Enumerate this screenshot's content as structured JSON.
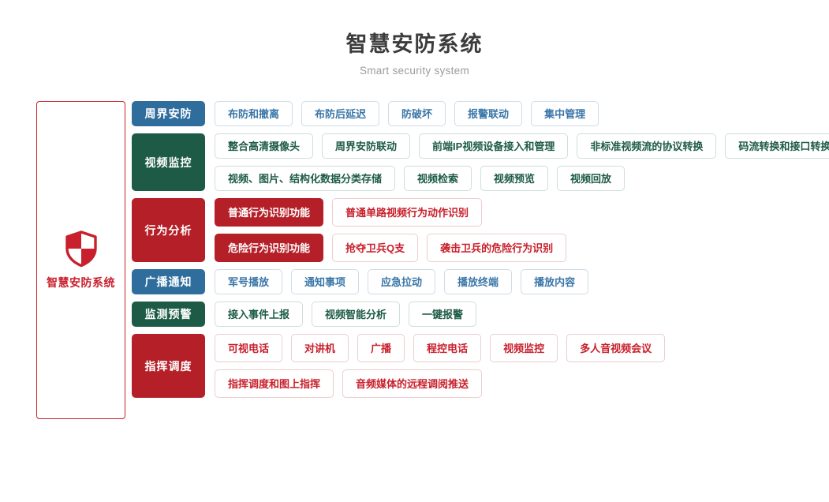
{
  "header": {
    "title": "智慧安防系统",
    "subtitle": "Smart security system"
  },
  "brand": {
    "icon": "shield-icon",
    "label": "智慧安防系统",
    "accent_color": "#c8202c"
  },
  "colors": {
    "blue": "#2f6d9c",
    "green": "#1d5b46",
    "red": "#b51f28",
    "chip_blue_text": "#3a76a8",
    "chip_green_text": "#1d5b46",
    "chip_red_text": "#c8202c",
    "title_text": "#3c3c3c",
    "subtitle_text": "#9b9b9b"
  },
  "categories": [
    {
      "label": "周界安防",
      "theme": "blue",
      "rows": [
        [
          {
            "label": "布防和撤离",
            "style": "outline"
          },
          {
            "label": "布防后延迟",
            "style": "outline"
          },
          {
            "label": "防破坏",
            "style": "outline"
          },
          {
            "label": "报警联动",
            "style": "outline"
          },
          {
            "label": "集中管理",
            "style": "outline"
          }
        ]
      ]
    },
    {
      "label": "视频监控",
      "theme": "green",
      "rows": [
        [
          {
            "label": "整合高清摄像头",
            "style": "outline"
          },
          {
            "label": "周界安防联动",
            "style": "outline"
          },
          {
            "label": "前端IP视频设备接入和管理",
            "style": "outline"
          },
          {
            "label": "非标准视频流的协议转换",
            "style": "outline"
          },
          {
            "label": "码流转换和接口转换",
            "style": "outline"
          }
        ],
        [
          {
            "label": "视频、图片、结构化数据分类存储",
            "style": "outline"
          },
          {
            "label": "视频检索",
            "style": "outline"
          },
          {
            "label": "视频预览",
            "style": "outline"
          },
          {
            "label": "视频回放",
            "style": "outline"
          }
        ]
      ]
    },
    {
      "label": "行为分析",
      "theme": "red",
      "rows": [
        [
          {
            "label": "普通行为识别功能",
            "style": "solid"
          },
          {
            "label": "普通单路视频行为动作识别",
            "style": "outline"
          }
        ],
        [
          {
            "label": "危险行为识别功能",
            "style": "solid"
          },
          {
            "label": "抢夺卫兵Q支",
            "style": "outline"
          },
          {
            "label": "袭击卫兵的危险行为识别",
            "style": "outline"
          }
        ]
      ]
    },
    {
      "label": "广播通知",
      "theme": "blue",
      "rows": [
        [
          {
            "label": "军号播放",
            "style": "outline"
          },
          {
            "label": "通知事项",
            "style": "outline"
          },
          {
            "label": "应急拉动",
            "style": "outline"
          },
          {
            "label": "播放终端",
            "style": "outline"
          },
          {
            "label": "播放内容",
            "style": "outline"
          }
        ]
      ]
    },
    {
      "label": "监测预警",
      "theme": "green",
      "rows": [
        [
          {
            "label": "接入事件上报",
            "style": "outline"
          },
          {
            "label": "视频智能分析",
            "style": "outline"
          },
          {
            "label": "一键报警",
            "style": "outline"
          }
        ]
      ]
    },
    {
      "label": "指挥调度",
      "theme": "red",
      "rows": [
        [
          {
            "label": "可视电话",
            "style": "outline"
          },
          {
            "label": "对讲机",
            "style": "outline"
          },
          {
            "label": "广播",
            "style": "outline"
          },
          {
            "label": "程控电话",
            "style": "outline"
          },
          {
            "label": "视频监控",
            "style": "outline"
          },
          {
            "label": "多人音视频会议",
            "style": "outline"
          }
        ],
        [
          {
            "label": "指挥调度和图上指挥",
            "style": "outline"
          },
          {
            "label": "音频媒体的远程调阅推送",
            "style": "outline"
          }
        ]
      ]
    }
  ]
}
